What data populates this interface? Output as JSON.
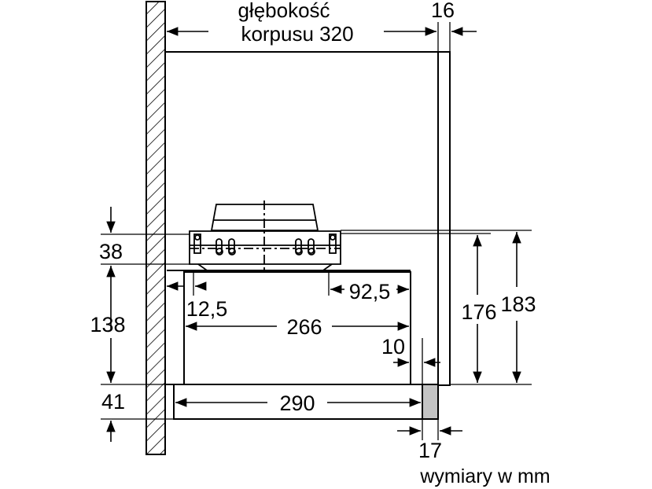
{
  "labels": {
    "depth_line1": "głębokość",
    "depth_line2": "korpusu 320",
    "front_panel_thickness": "16",
    "top_part_height": "38",
    "body_height": "138",
    "bottom_part_height": "41",
    "offset_left": "12,5",
    "offset_right": "92,5",
    "inner_width": "266",
    "gap_10": "10",
    "drawer_width": "290",
    "front_17": "17",
    "height_176": "176",
    "height_183": "183"
  },
  "footer": {
    "units_note": "wymiary w mm"
  }
}
